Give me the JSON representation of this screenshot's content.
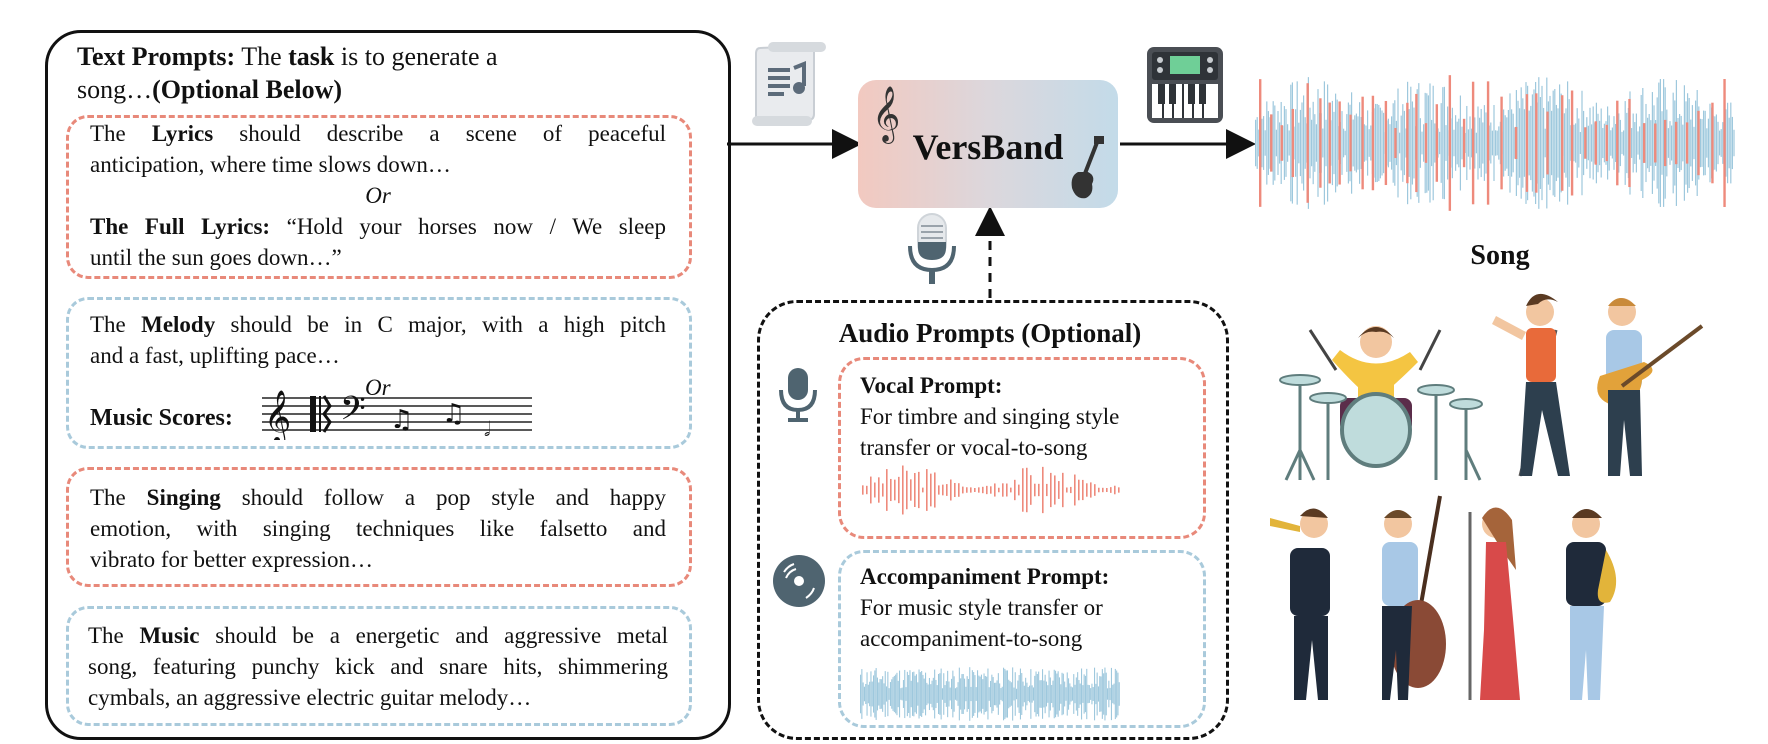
{
  "text_prompts": {
    "header_bold": "Text Prompts:",
    "header_1": " The ",
    "header_task": "task",
    "header_2": " is to generate a",
    "header_line2": "song…",
    "header_optional": "(Optional Below)",
    "lyrics": {
      "pre": "The ",
      "bold": "Lyrics",
      "line1_rest": " should describe a scene of peaceful",
      "line2": "anticipation, where time slows down…",
      "or": "Or",
      "full_bold": "The Full Lyrics:",
      "full_line1_rest": " “Hold your horses now / We sleep",
      "full_line2": "until the sun goes down…”"
    },
    "melody": {
      "pre": "The ",
      "bold": "Melody",
      "line1_rest": " should be in C major, with a high pitch",
      "line2": "and a fast, uplifting pace…",
      "or": "Or",
      "scores_label": "Music Scores:"
    },
    "singing": {
      "pre": "The ",
      "bold": "Singing",
      "line1_rest": " should follow a pop style and happy",
      "line2": "emotion, with singing techniques like falsetto and",
      "line3": "vibrato for better expression…"
    },
    "music": {
      "pre": "The ",
      "bold": "Music",
      "line1_rest": " should be a energetic and aggressive metal",
      "line2": "song, featuring punchy kick and snare hits, shimmering",
      "line3": "cymbals, an aggressive electric guitar melody…"
    }
  },
  "model": {
    "name": "VersBand"
  },
  "audio_prompts": {
    "title": "Audio Prompts (Optional)",
    "vocal": {
      "title": "Vocal Prompt:",
      "line1": "For timbre and singing style",
      "line2": "transfer or vocal-to-song"
    },
    "accompaniment": {
      "title": "Accompaniment Prompt:",
      "line1": "For music style transfer or",
      "line2": "accompaniment-to-song"
    }
  },
  "output": {
    "label": "Song"
  },
  "icons": [
    "lyrics-scroll-icon",
    "treble-clef-icon",
    "guitar-icon",
    "keyboard-synth-icon",
    "microphone-icon",
    "vinyl-disc-icon",
    "band-illustration"
  ],
  "colors": {
    "red_dash": "#e8897a",
    "blue_dash": "#a9cadb",
    "wave_red": "#ee8a7c",
    "wave_blue": "#9ec8dd"
  }
}
